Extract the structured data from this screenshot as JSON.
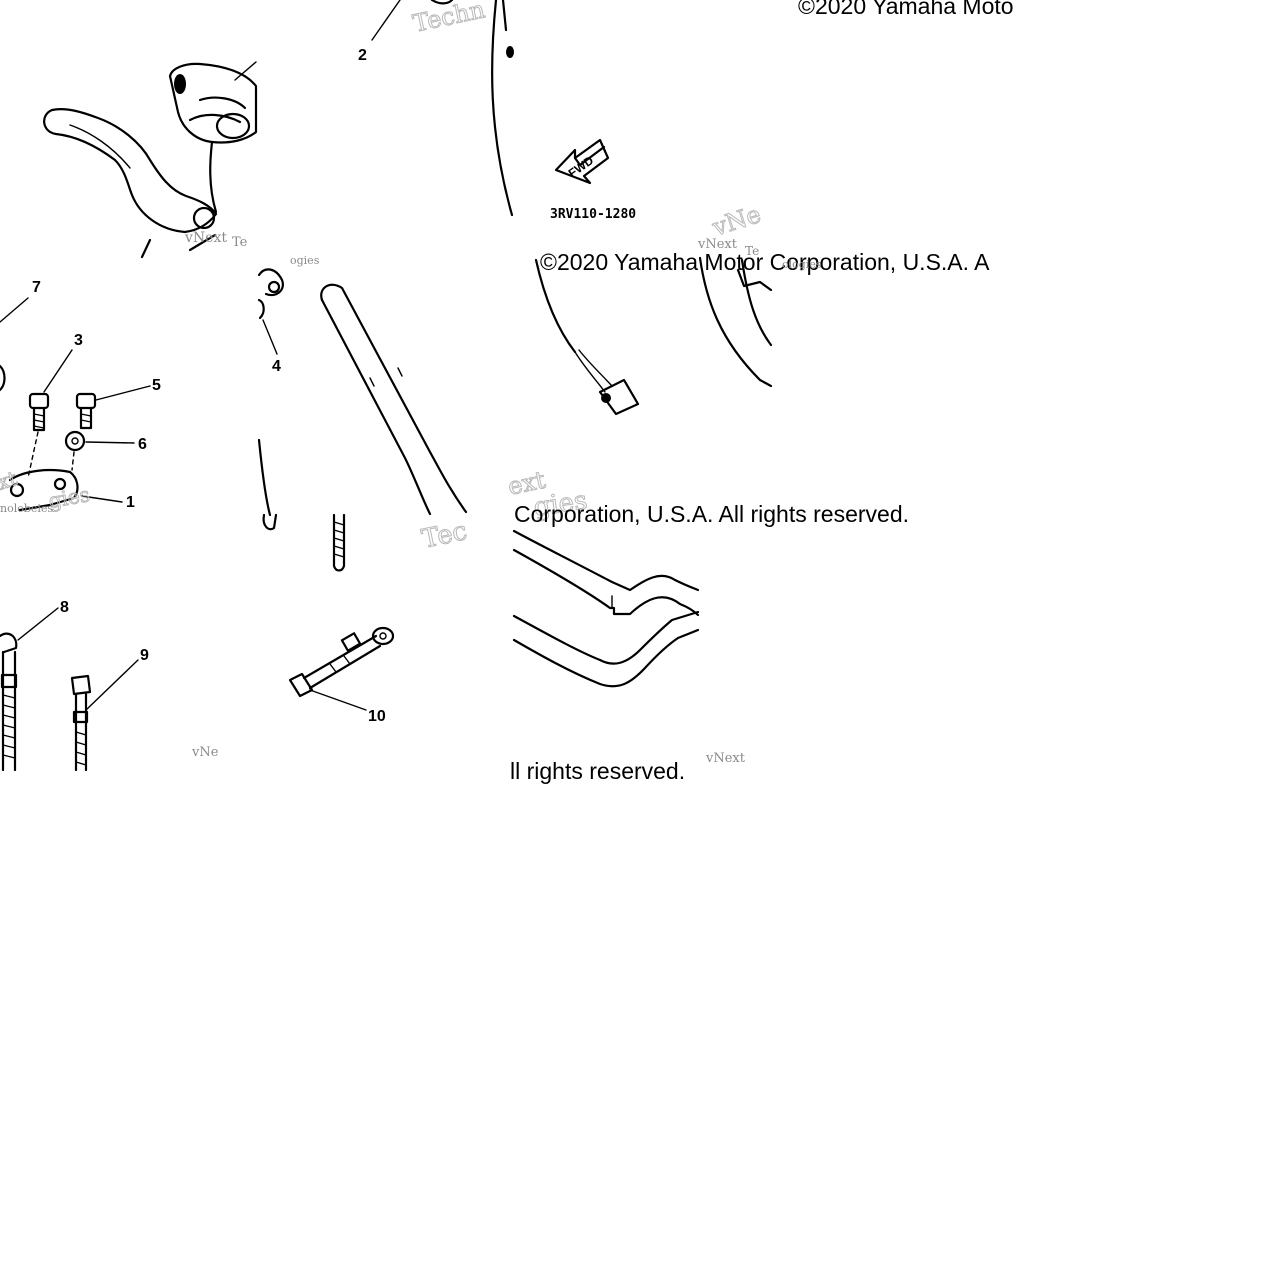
{
  "diagram": {
    "copyright_texts": [
      "©2020 Yamaha Moto",
      "©2020 Yamaha Motor Corporation, U.S.A. A",
      "Corporation, U.S.A. All rights reserved.",
      "ll rights reserved."
    ],
    "part_number": "3RV110-1280",
    "fwd_label": "FWD",
    "callouts": [
      "1",
      "2",
      "3",
      "4",
      "5",
      "6",
      "7",
      "8",
      "9",
      "10"
    ],
    "watermark": {
      "line1": "vNext",
      "line2": "Technologies"
    }
  }
}
